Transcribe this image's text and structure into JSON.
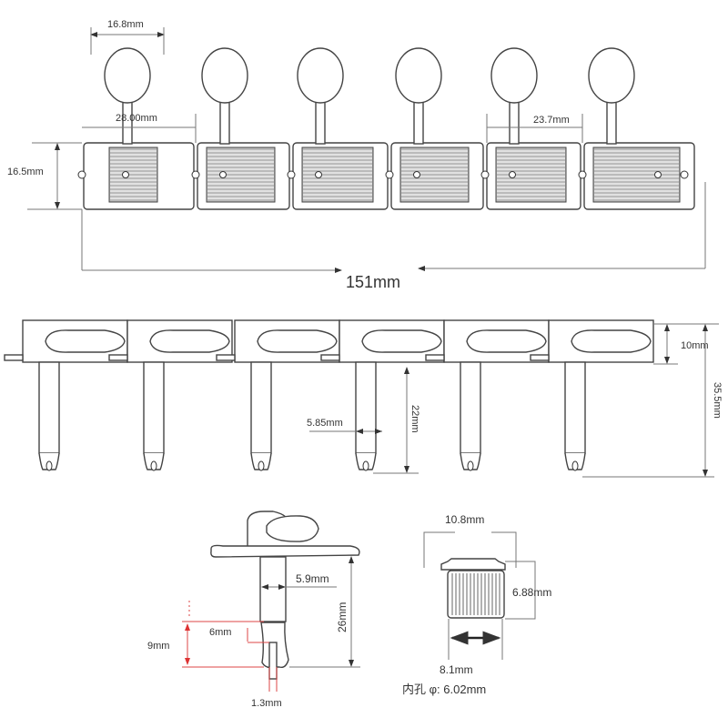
{
  "top_view": {
    "knob_width": "16.8mm",
    "post_spacing": "28.00mm",
    "post_spacing_end": "23.7mm",
    "plate_height": "16.5mm",
    "total_length": "151mm"
  },
  "side_view": {
    "housing_height": "10mm",
    "total_height": "35.5mm",
    "shaft_length": "22mm",
    "shaft_width": "5.85mm"
  },
  "single_tuner": {
    "shaft_width": "5.9mm",
    "total_height": "26mm",
    "slot_depth": "6mm",
    "tip_height": "9mm",
    "slot_width": "1.3mm"
  },
  "bushing": {
    "flange_diameter": "10.8mm",
    "height": "6.88mm",
    "outer_diameter": "8.1mm",
    "inner_hole": "内孔 φ: 6.02mm"
  }
}
